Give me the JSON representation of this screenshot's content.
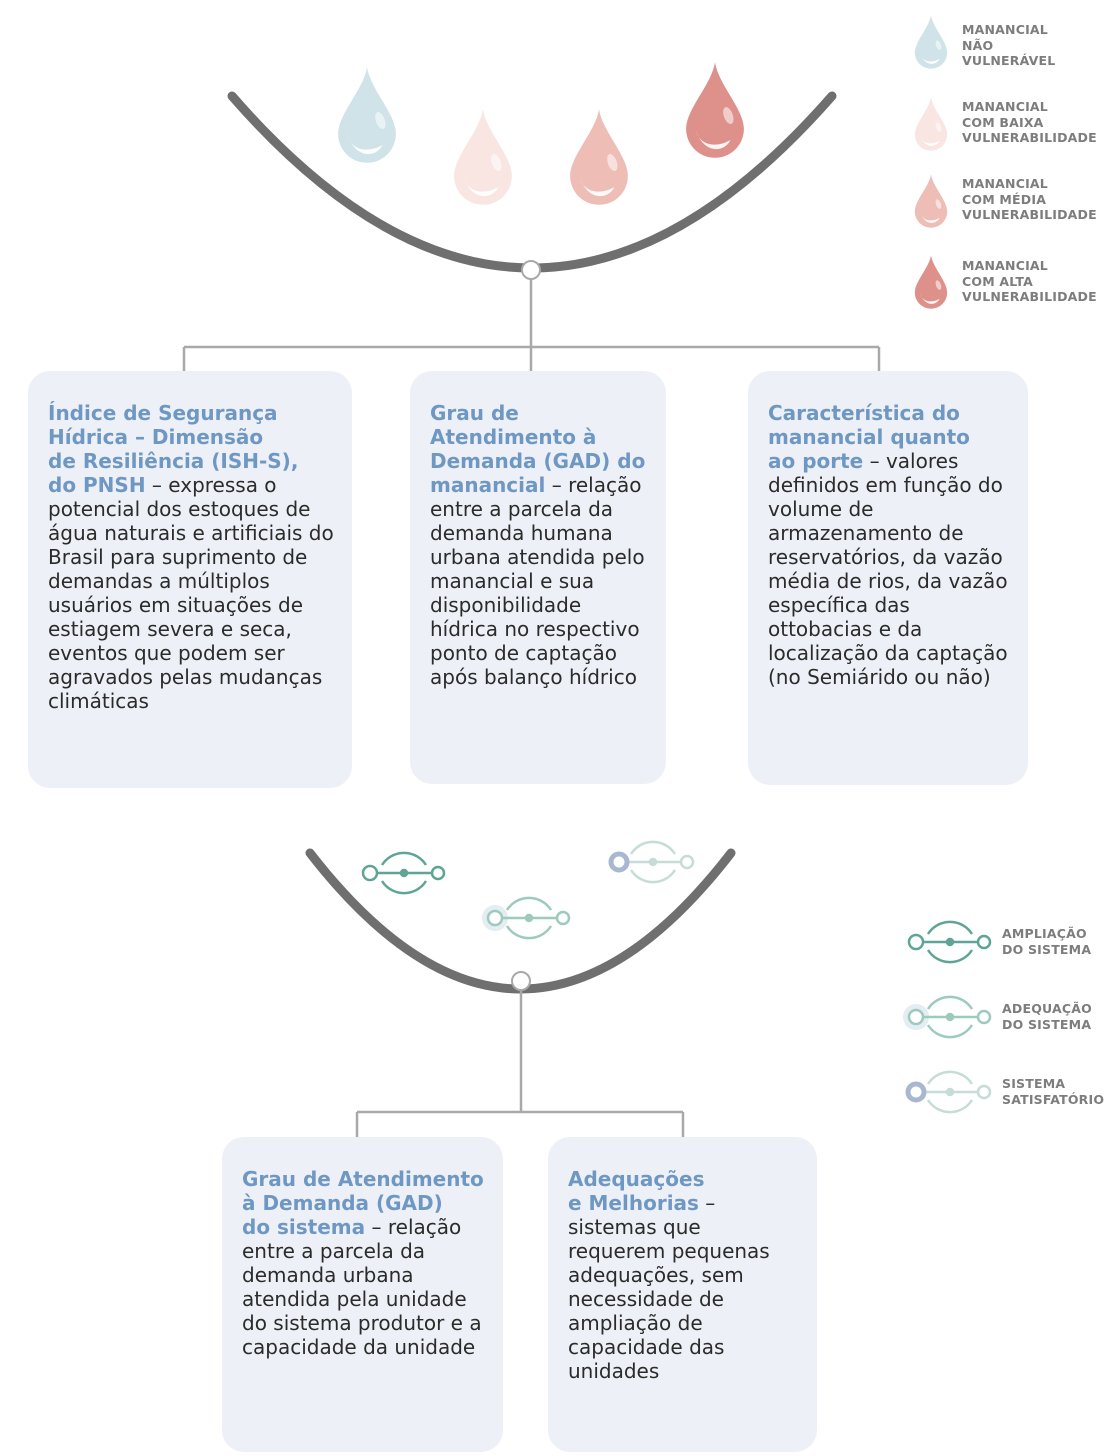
{
  "legend_top": [
    {
      "label": "MANANCIAL NÃO VULNERÁVEL",
      "lines": [
        "MANANCIAL",
        "NÃO",
        "VULNERÁVEL"
      ],
      "color": "#cfe3e8"
    },
    {
      "label": "MANANCIAL COM BAIXA VULNERABILIDADE",
      "lines": [
        "MANANCIAL",
        "COM BAIXA",
        "VULNERABILIDADE"
      ],
      "color": "#f9e6e3"
    },
    {
      "label": "MANANCIAL COM MÉDIA VULNERABILIDADE",
      "lines": [
        "MANANCIAL",
        "COM MÉDIA",
        "VULNERABILIDADE"
      ],
      "color": "#edbdb6"
    },
    {
      "label": "MANANCIAL COM ALTA VULNERABILIDADE",
      "lines": [
        "MANANCIAL",
        "COM ALTA",
        "VULNERABILIDADE"
      ],
      "color": "#de918a"
    }
  ],
  "legend_bottom": [
    {
      "label": "AMPLIAÇÃO DO SISTEMA",
      "lines": [
        "AMPLIAÇÃO",
        "DO SISTEMA"
      ],
      "color": "#5fa596"
    },
    {
      "label": "ADEQUAÇÃO DO SISTEMA",
      "lines": [
        "ADEQUAÇÃO",
        "DO SISTEMA"
      ],
      "color": "#9ccbbd"
    },
    {
      "label": "SISTEMA SATISFATÓRIO",
      "lines": [
        "SISTEMA",
        "SATISFATÓRIO"
      ],
      "color": "#c5dcd7"
    }
  ],
  "colors": {
    "bowl": "#6f6f6f",
    "connector": "#a9a9a9",
    "card_bg": "#edf0f6",
    "highlight": "#6e98c3",
    "body_text": "#2b2b2b",
    "ring_blue": "#a8b8d0"
  },
  "cards_top": [
    {
      "highlight": "Índice de Segurança Hídrica – Dimensão de Resiliência (ISH-S), do PNSH",
      "highlight_lines": [
        "Índice de Segurança",
        "Hídrica – Dimensão",
        "de Resiliência (ISH-S),",
        "do PNSH"
      ],
      "text": " – expressa o potencial dos estoques de água naturais e artificiais do Brasil para suprimento de demandas a múltiplos usuários em situações de estiagem severa e seca, eventos que podem ser agravados pelas mudanças climáticas"
    },
    {
      "highlight": "Grau de Atendimento à Demanda (GAD) do manancial",
      "highlight_lines": [
        "Grau de",
        "Atendimento à",
        "Demanda (GAD) do",
        "manancial"
      ],
      "text": " – relação entre a parcela da demanda humana urbana atendida pelo manancial e sua disponibilidade hídrica no respectivo ponto de captação após balanço hídrico"
    },
    {
      "highlight": "Característica do manancial quanto ao porte",
      "highlight_lines": [
        "Característica do",
        "manancial quanto",
        "ao porte"
      ],
      "text": " – valores definidos em função do volume de armazenamento de reservatórios, da vazão média de rios, da vazão específica das ottobacias e da localização da captação (no Semiárido ou não)"
    }
  ],
  "cards_bottom": [
    {
      "highlight": "Grau de Atendimento à Demanda (GAD) do sistema",
      "highlight_lines": [
        "Grau de Atendimento",
        "à Demanda (GAD)",
        "do sistema"
      ],
      "text": " – relação entre a parcela da demanda urbana atendida pela unidade do sistema produtor e a capacidade da unidade"
    },
    {
      "highlight": "Adequações e Melhorias",
      "highlight_lines": [
        "Adequações",
        "e Melhorias"
      ],
      "text": " – sistemas que requerem pequenas adequações, sem necessidade de ampliação de capacidade das unidades"
    }
  ]
}
